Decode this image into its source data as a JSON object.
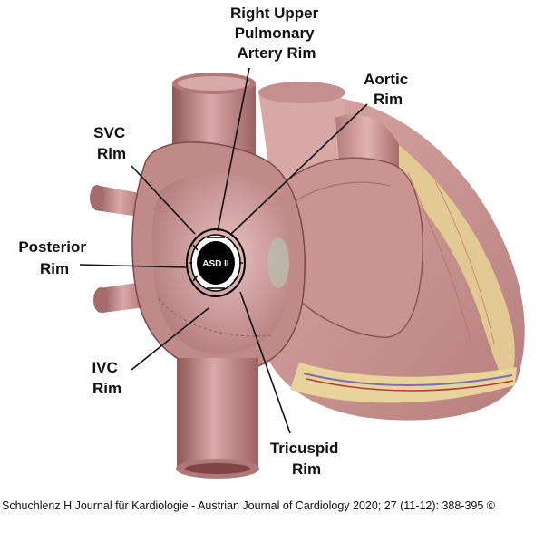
{
  "labels": {
    "right_upper": [
      "Right Upper",
      "Pulmonary",
      "Artery Rim"
    ],
    "aortic": [
      "Aortic",
      "Rim"
    ],
    "svc": [
      "SVC",
      "Rim"
    ],
    "posterior": [
      "Posterior",
      "Rim"
    ],
    "ivc": [
      "IVC",
      "Rim"
    ],
    "tricuspid": [
      "Tricuspid",
      "Rim"
    ]
  },
  "defect_label": "ASD II",
  "caption": "Schuchlenz H Journal für Kardiologie - Austrian Journal of Cardiology 2020; 27 (11-12): 388-395 ©",
  "colors": {
    "muscle": "#c98f8f",
    "muscle_dark": "#9a5e60",
    "muscle_light": "#e7c3c3",
    "fat": "#e8d49a",
    "defect": "#000000"
  }
}
